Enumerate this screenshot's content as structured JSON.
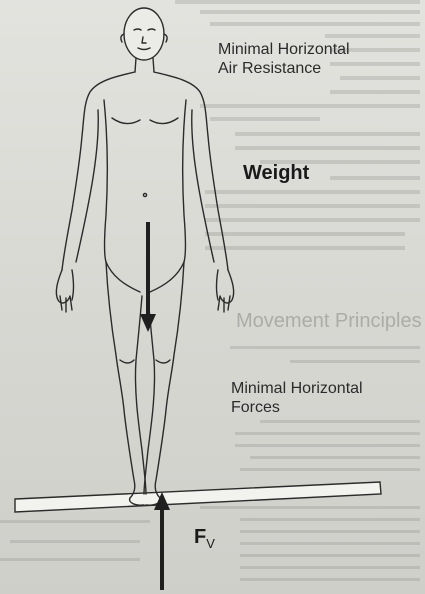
{
  "labels": {
    "air_resistance_line1": "Minimal Horizontal",
    "air_resistance_line2": "Air Resistance",
    "weight": "Weight",
    "forces_line1": "Minimal Horizontal",
    "forces_line2": "Forces",
    "fv_main": "F",
    "fv_sub": "V"
  },
  "background_text": {
    "faded_heading": "Movement Principles"
  },
  "arrows": {
    "weight": "down",
    "vertical_force": "up"
  },
  "colors": {
    "paper": "#dcdcd7",
    "ink": "#1f1f1f",
    "faded_print": "#8a8a86"
  }
}
